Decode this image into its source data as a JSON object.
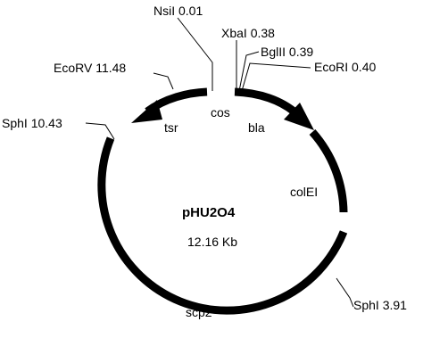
{
  "plasmid": {
    "name": "pHU2O4",
    "size": "12.16 Kb"
  },
  "sites": [
    {
      "id": "nsii",
      "label": "NsiI 0.01"
    },
    {
      "id": "xbai",
      "label": "XbaI 0.38"
    },
    {
      "id": "bglii",
      "label": "BglII 0.39"
    },
    {
      "id": "ecori",
      "label": "EcoRI 0.40"
    },
    {
      "id": "ecorv",
      "label": "EcoRV 11.48"
    },
    {
      "id": "sphi-a",
      "label": "SphI 10.43"
    },
    {
      "id": "sphi-b",
      "label": "SphI 3.91"
    }
  ],
  "genes": {
    "tsr": "tsr",
    "cos": "cos",
    "bla": "bla",
    "colei": "colEI",
    "scp2": "scp2*"
  }
}
